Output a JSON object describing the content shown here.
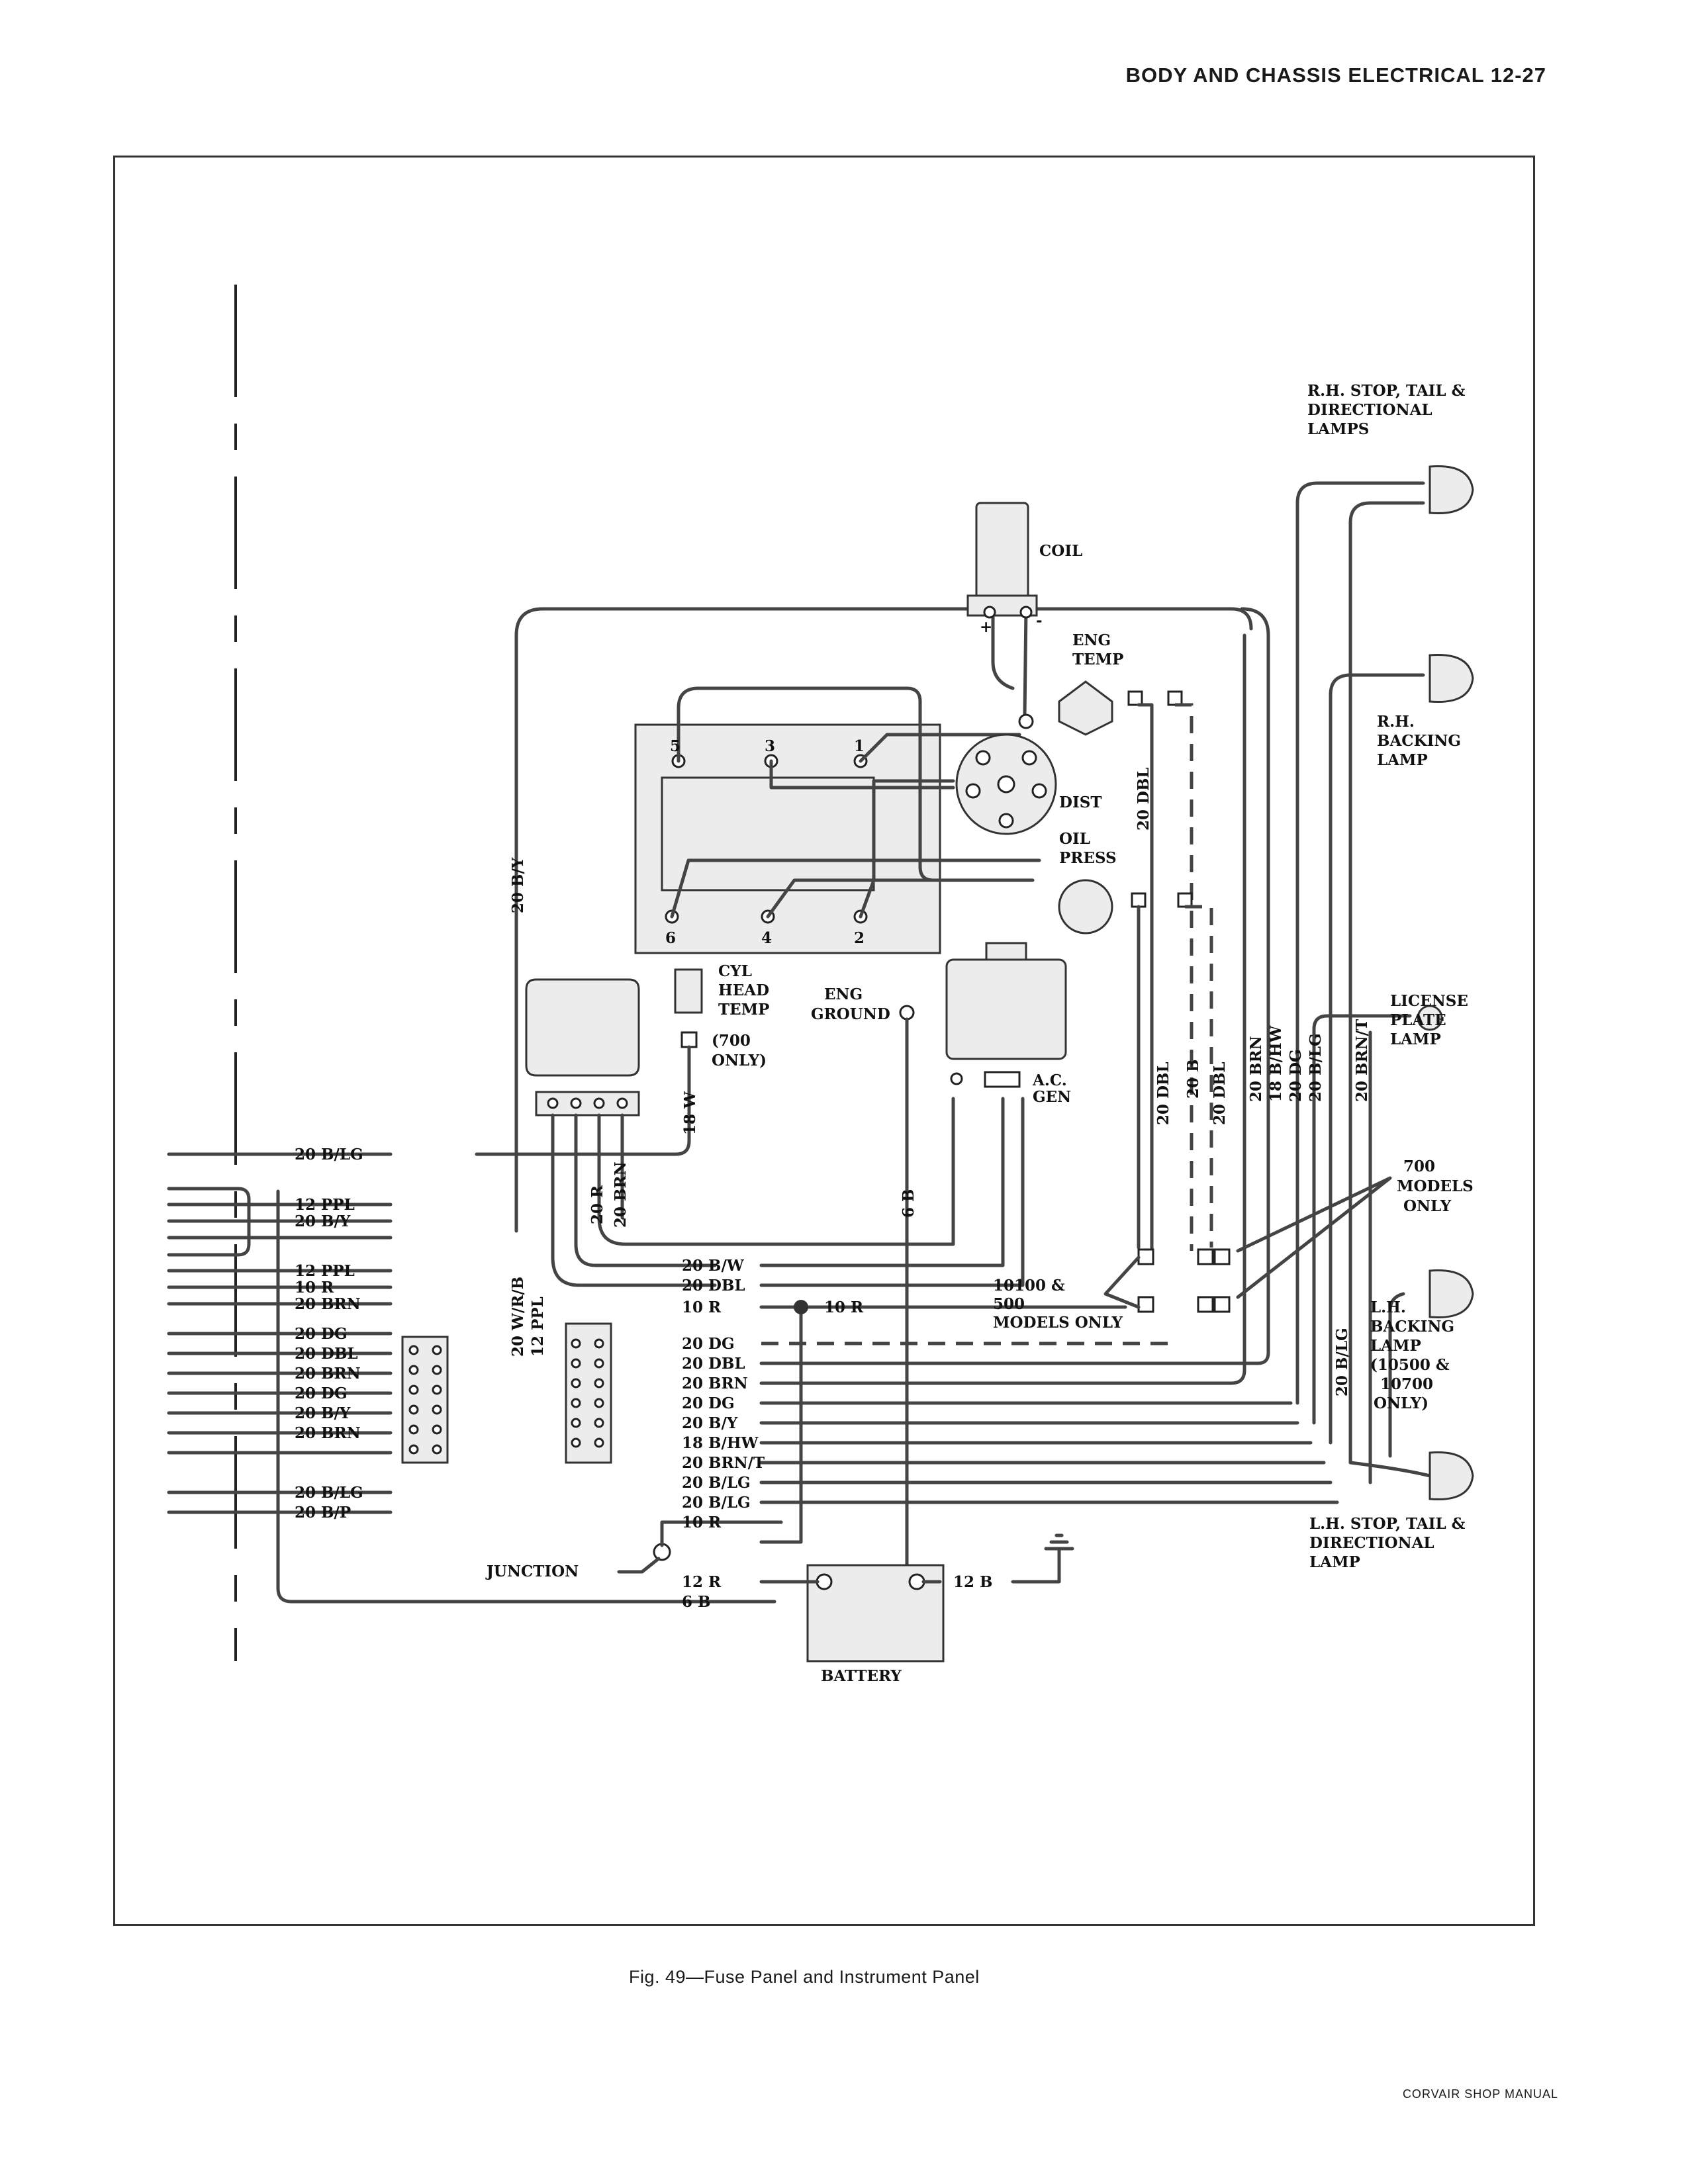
{
  "header": {
    "title": "BODY AND CHASSIS ELECTRICAL 12-27"
  },
  "diagram": {
    "components": {
      "coil": "COIL",
      "coil_plus": "+",
      "coil_minus": "-",
      "eng_temp": [
        "ENG",
        "TEMP"
      ],
      "dist": "DIST",
      "oil_press": [
        "OIL",
        "PRESS"
      ],
      "cyl_head_temp": [
        "CYL",
        "HEAD",
        "TEMP"
      ],
      "seven_hundred_only": [
        "(700",
        "ONLY)"
      ],
      "eng_ground": [
        "ENG",
        "GROUND"
      ],
      "ac_gen": [
        "A.C.",
        "GEN"
      ],
      "rh_stop": [
        "R.H. STOP, TAIL &",
        "DIRECTIONAL",
        "LAMPS"
      ],
      "rh_backing": [
        "R.H.",
        "BACKING",
        "LAMP"
      ],
      "license": [
        "LICENSE",
        "PLATE",
        "LAMP"
      ],
      "models_700": [
        "700",
        "MODELS",
        "ONLY"
      ],
      "models_10100": [
        "10100 &",
        "500",
        "MODELS ONLY"
      ],
      "lh_backing": [
        "L.H.",
        "BACKING",
        "LAMP",
        "(10500 &",
        "10700",
        "ONLY)"
      ],
      "lh_stop": [
        "L.H. STOP, TAIL &",
        "DIRECTIONAL",
        "LAMP"
      ],
      "junction": "JUNCTION",
      "battery": "BATTERY",
      "dist_numbers": [
        "5",
        "3",
        "1",
        "6",
        "4",
        "2"
      ]
    },
    "wires": {
      "w_20by_vert": "20 B/Y",
      "w_18w": "18 W",
      "w_20r": "20 R",
      "w_20brn_v": "20 BRN",
      "w_6b_v": "6 B",
      "w_20dbl_top": "20 DBL",
      "w_20dbl_mid": "20 DBL",
      "w_20b_mid": "20 B",
      "w_20dbl_mid2": "20 DBL",
      "w_20brn_r": "20 BRN",
      "w_18bhw_r": "18 B/HW",
      "w_20dg_r": "20 DG",
      "w_20blg_r": "20 B/LG",
      "w_20brnt_r": "20 BRN/T",
      "w_20blg_lh": "20 B/LG",
      "w_20wrb": "20 W/R/B",
      "w_12ppl_v": "12 PPL",
      "left": [
        "20 B/LG",
        "12 PPL",
        "20 B/Y",
        "12 PPL",
        "10 R",
        "20 BRN",
        "20 DG",
        "20 DBL",
        "20 BRN",
        "20 DG",
        "20 B/Y",
        "20 BRN",
        "20 B/LG",
        "20 B/P"
      ],
      "mid": [
        "20 B/W",
        "20 DBL",
        "10 R",
        "20 DG",
        "20 DBL",
        "20 BRN",
        "20 DG",
        "20 B/Y",
        "18 B/HW",
        "20 BRN/T",
        "20 B/LG",
        "20 B/LG",
        "10 R",
        "12 R",
        "6 B"
      ],
      "ten_r_right": "10 R",
      "twelve_b": "12 B"
    }
  },
  "caption": "Fig. 49—Fuse Panel and Instrument Panel",
  "footer": "CORVAIR SHOP MANUAL"
}
